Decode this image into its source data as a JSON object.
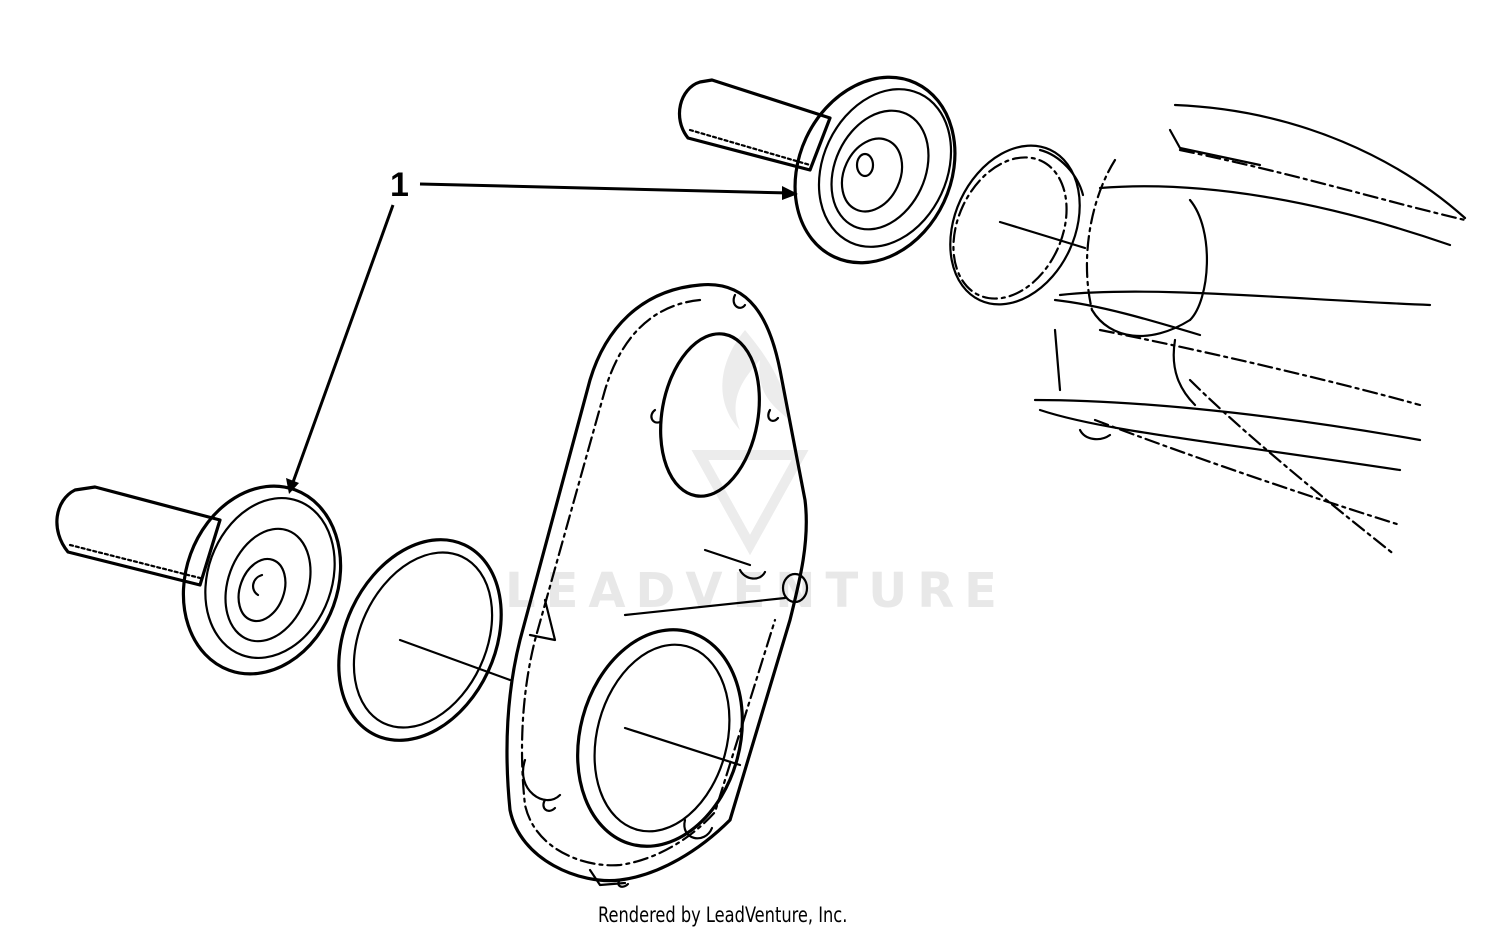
{
  "diagram": {
    "callouts": [
      {
        "label": "1"
      }
    ],
    "watermark": {
      "text": "LEADVENTURE"
    },
    "credit": "Rendered by LeadVenture, Inc."
  }
}
